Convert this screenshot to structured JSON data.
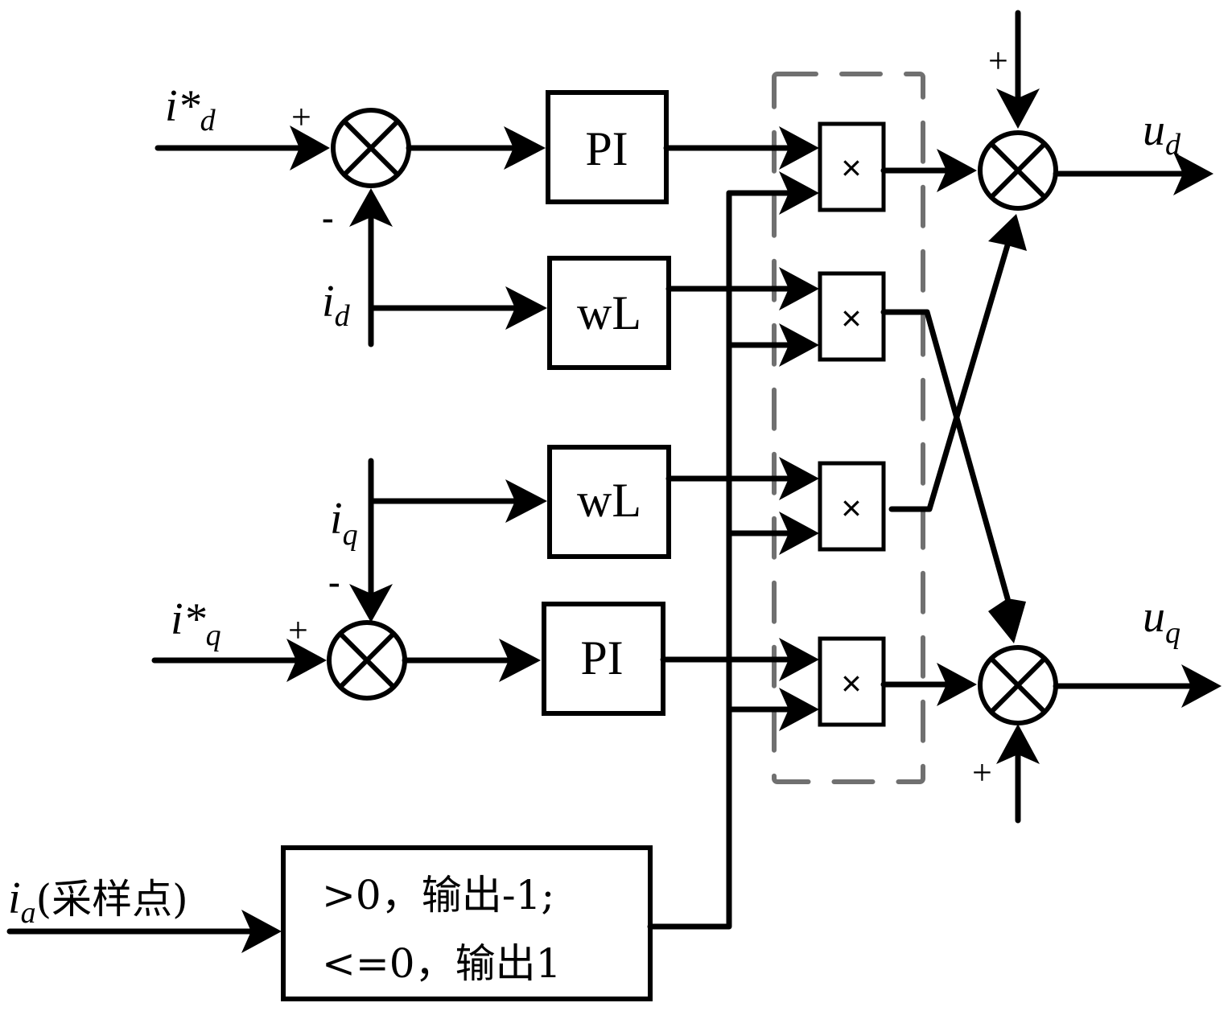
{
  "diagram": {
    "title": "dq current control loop with sign-switching multiplier block",
    "inputs": {
      "id_ref": {
        "main": "i*",
        "sub": "d"
      },
      "id": {
        "main": "i",
        "sub": "d"
      },
      "iq": {
        "main": "i",
        "sub": "q"
      },
      "iq_ref": {
        "main": "i*",
        "sub": "q"
      },
      "ia": {
        "main": "i",
        "sub": "a",
        "suffix": "(采样点)"
      }
    },
    "outputs": {
      "ud": {
        "main": "u",
        "sub": "d"
      },
      "uq": {
        "main": "u",
        "sub": "q"
      }
    },
    "blocks": {
      "pi_d": "PI",
      "wl_d": "wL",
      "wl_q": "wL",
      "pi_q": "PI",
      "multiplier": "×",
      "sign_block": {
        "line1": ">0，输出-1;",
        "line2": "<=0，输出1"
      }
    },
    "signs": {
      "sum_d_ref": "+",
      "sum_d_fb": "-",
      "sum_q_ref": "+",
      "sum_q_fb": "-",
      "out_d_top": "+",
      "out_q_bottom": "+"
    },
    "colors": {
      "line": "#000000",
      "dashed_group": "#707070",
      "background": "#ffffff"
    }
  }
}
